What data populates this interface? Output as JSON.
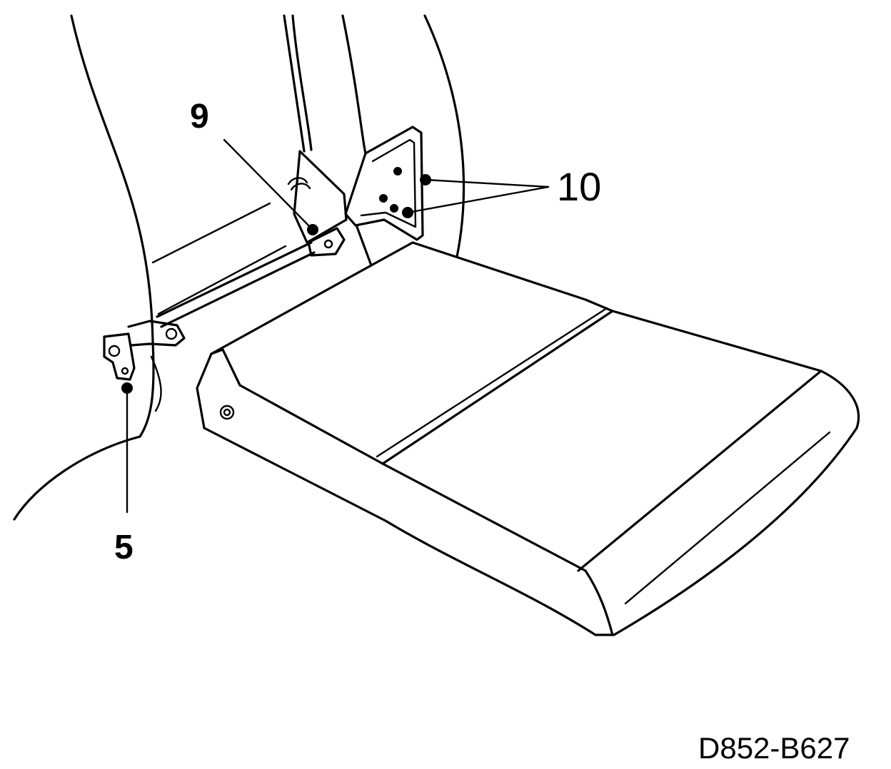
{
  "callouts": {
    "five": "5",
    "nine": "9",
    "ten": "10"
  },
  "figure_id": "D852-B627",
  "colors": {
    "ink": "#000000",
    "paper": "#ffffff"
  }
}
